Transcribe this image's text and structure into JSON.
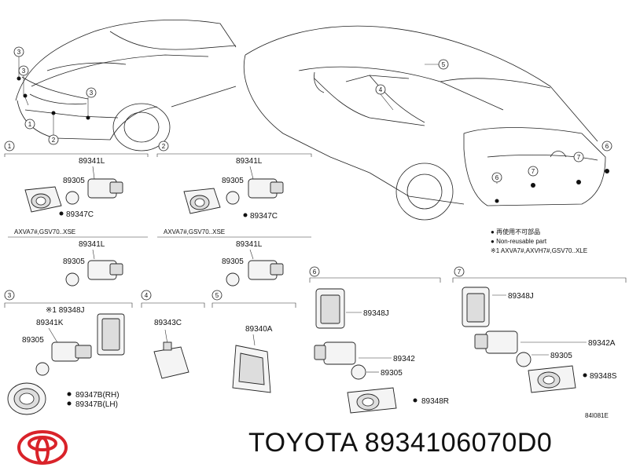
{
  "callouts": [
    "1",
    "2",
    "3",
    "4",
    "5",
    "6",
    "7"
  ],
  "legend": {
    "mark": "●",
    "line1": "再使用不可部品",
    "line2": "Non-reusable part",
    "line3": "※1 AXVA7#,AXVH7#,GSV70..XLE"
  },
  "panel1": {
    "num": "1",
    "main": "89341L",
    "p1": "89305",
    "p2": "89347C",
    "note": "AXVA7#,GSV70..XSE",
    "main2": "89341L",
    "p3": "89305"
  },
  "panel2": {
    "num": "2",
    "main": "89341L",
    "p1": "89305",
    "p2": "89347C",
    "note": "AXVA7#,GSV70..XSE",
    "main2": "89341L",
    "p3": "89305"
  },
  "panel3": {
    "num": "3",
    "top": "※1 89348J",
    "main": "89341K",
    "p1": "89305",
    "r1": "89347B(RH)",
    "r2": "89347B(LH)"
  },
  "panel4": {
    "num": "4",
    "p": "89343C"
  },
  "panel5": {
    "num": "5",
    "p": "89340A"
  },
  "panel6": {
    "num": "6",
    "a": "89348J",
    "b": "89342",
    "c": "89305",
    "d": "89348R"
  },
  "panel7": {
    "num": "7",
    "a": "89348J",
    "b": "89342A",
    "c": "89305",
    "d": "89348S"
  },
  "drawing_code": "84I081E",
  "footer": {
    "brand": "TOYOTA",
    "part": "8934106070D0"
  }
}
